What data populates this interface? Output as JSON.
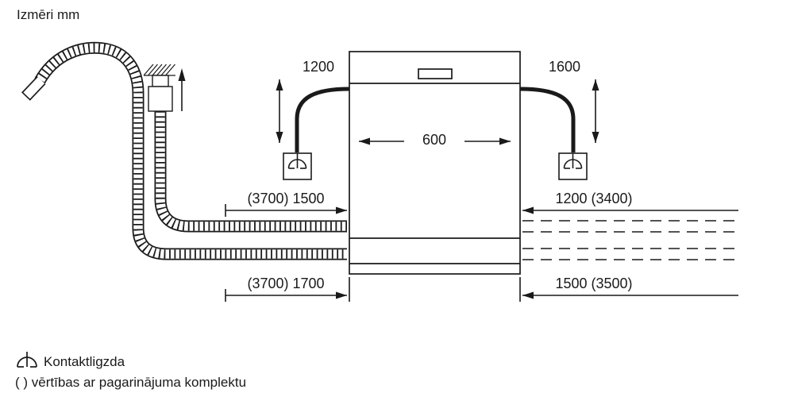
{
  "title": "Izmēri mm",
  "dimensions": {
    "cable_left": "1200",
    "cable_right": "1600",
    "appliance_width": "600",
    "supply_hose_left": "(3700) 1500",
    "supply_hose_right": "1200 (3400)",
    "drain_hose_left": "(3700) 1700",
    "drain_hose_right": "1500 (3500)"
  },
  "legend": {
    "socket_label": "Kontaktligzda",
    "note": "( ) vērtības ar pagarinājuma komplektu"
  },
  "icons": {
    "socket": "power-socket-icon",
    "tap": "water-tap-icon",
    "hose_end": "drain-hose-fitting-icon"
  },
  "colors": {
    "line": "#1a1a1a",
    "background": "#ffffff"
  }
}
